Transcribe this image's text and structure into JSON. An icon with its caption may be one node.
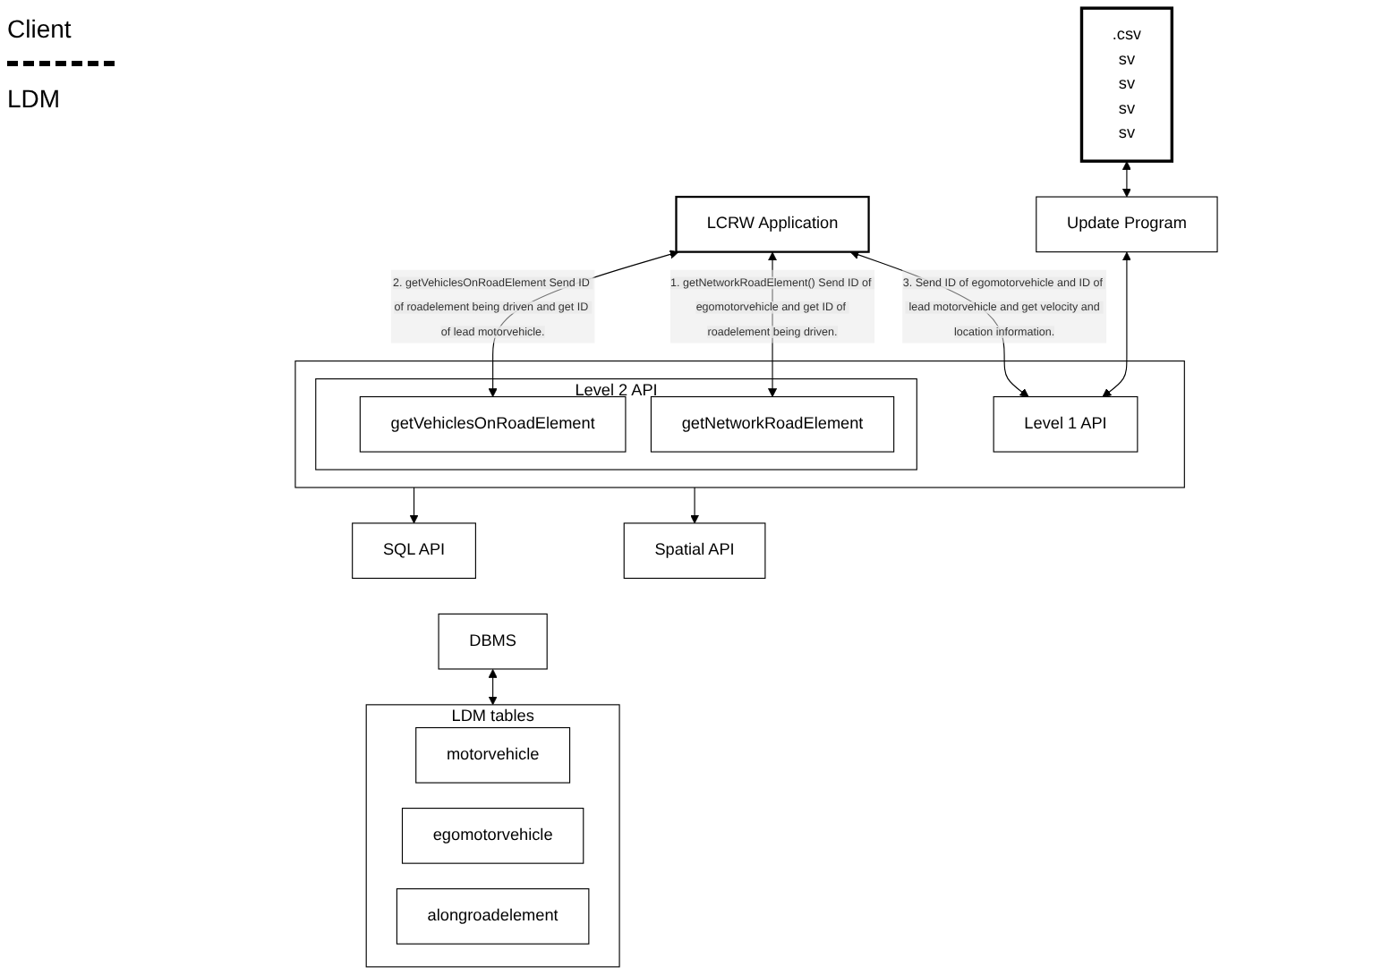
{
  "diagram": {
    "nodes": [
      {
        "text": [
          "LCRW Application"
        ]
      },
      {
        "text": [
          ".csv",
          "sv",
          "sv",
          "sv",
          "sv"
        ]
      },
      {
        "text": [
          "Update Program"
        ]
      },
      {
        "text": [],
        "shape": "box"
      },
      {
        "text": [
          "Level 1 API"
        ],
        "in": 3
      },
      {
        "text": [
          "Level 2 API"
        ],
        "in": 3
      },
      {
        "text": [
          "getVehiclesOnRoadElement"
        ],
        "in": 5
      },
      {
        "text": [
          "getNetworkRoadElement"
        ],
        "in": 5
      },
      {
        "text": [
          "SQL API"
        ]
      },
      {
        "text": [
          "Spatial API"
        ]
      },
      {
        "text": [
          "DBMS"
        ]
      },
      {
        "text": [
          "LDM tables"
        ]
      },
      {
        "text": [
          "motorvehicle"
        ],
        "in": 11
      },
      {
        "text": [
          "egomotorvehicle"
        ],
        "in": 11
      },
      {
        "text": [
          "alongroadelement"
        ],
        "in": 11
      }
    ],
    "edges": [
      {
        "from": 0,
        "to": 7,
        "arrow": "both",
        "label": "1. getNetworkRoadElement() Send ID of egomotorvehicle and get ID of roadelement being driven."
      },
      {
        "from": 0,
        "to": 6,
        "arrow": "both",
        "label": "2. getVehiclesOnRoadElement Send ID of roadelement being driven and get ID of lead motorvehicle."
      },
      {
        "from": 0,
        "to": 4,
        "arrow": "both",
        "label": "3. Send ID of egomotorvehicle and ID of  lead motorvehicle and get velocity and location information."
      },
      {
        "from": 1,
        "to": 2,
        "arrow": "both"
      },
      {
        "from": 2,
        "to": 4,
        "arrow": "both"
      },
      {
        "from": 3,
        "to": 8,
        "arrow": "to"
      },
      {
        "from": 3,
        "to": 9,
        "arrow": "to"
      },
      {
        "from": 10,
        "to": 11,
        "arrow": "both"
      }
    ],
    "labels": [
      "Client",
      "LDM"
    ]
  }
}
